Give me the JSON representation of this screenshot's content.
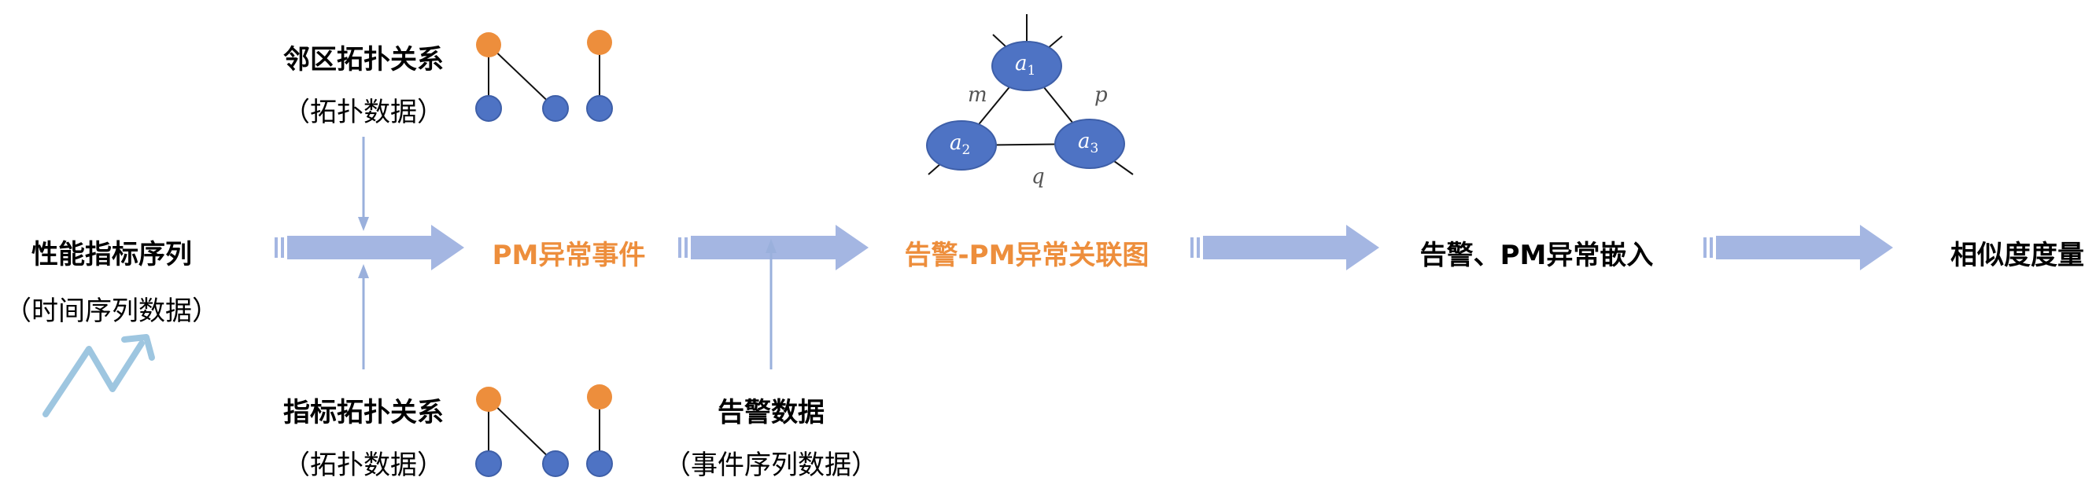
{
  "colors": {
    "arrow": "#A4B6E2",
    "thin_arrow": "#9AB0DC",
    "node_blue": "#4E73C4",
    "node_outline": "#3E5FA8",
    "node_orange": "#ED8E3C",
    "accent_text": "#ED8E3C",
    "sparkline": "#9EC6E0"
  },
  "left": {
    "title": "性能指标序列",
    "subtitle": "（时间序列数据）"
  },
  "top_input": {
    "title": "邻区拓扑关系",
    "subtitle": "（拓扑数据）"
  },
  "bottom_input": {
    "title": "指标拓扑关系",
    "subtitle": "（拓扑数据）"
  },
  "alarm_input": {
    "title": "告警数据",
    "subtitle": "（事件序列数据）"
  },
  "stages": {
    "pm_event": "PM异常事件",
    "assoc_graph": "告警-PM异常关联图",
    "embedding": "告警、PM异常嵌入",
    "similarity": "相似度度量"
  },
  "graph": {
    "nodes": [
      {
        "name": "a",
        "sub": "1"
      },
      {
        "name": "a",
        "sub": "2"
      },
      {
        "name": "a",
        "sub": "3"
      }
    ],
    "edges": [
      "m",
      "p",
      "q"
    ]
  },
  "icons": {
    "trend": "trend-zigzag-arrow-icon",
    "topology": "topology-graph-icon",
    "arrow": "flow-arrow-icon"
  }
}
